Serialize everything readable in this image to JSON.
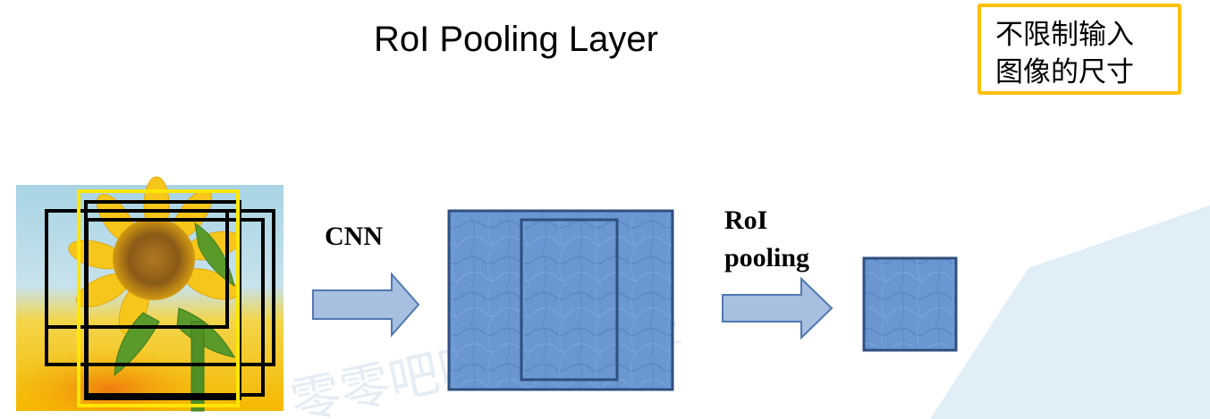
{
  "title": "RoI Pooling Layer",
  "note": {
    "line1": "不限制输入",
    "line2": "图像的尺寸",
    "border_color": "#ffc000"
  },
  "steps": {
    "cnn_label": "CNN",
    "pool_label_line1": "RoI",
    "pool_label_line2": "pooling"
  },
  "colors": {
    "feature_map_fill": "#6a97d1",
    "feature_map_border": "#2f4f7f",
    "arrow_fill": "#a8c0e0",
    "arrow_border": "#4f78b0",
    "roi_box_stroke": "#000000",
    "highlight_roi_stroke": "#ffe600",
    "watermark": "#d8ecf7"
  },
  "input_image": {
    "subject": "sunflower",
    "roi_box_count": 4,
    "highlighted_roi_count": 1
  }
}
